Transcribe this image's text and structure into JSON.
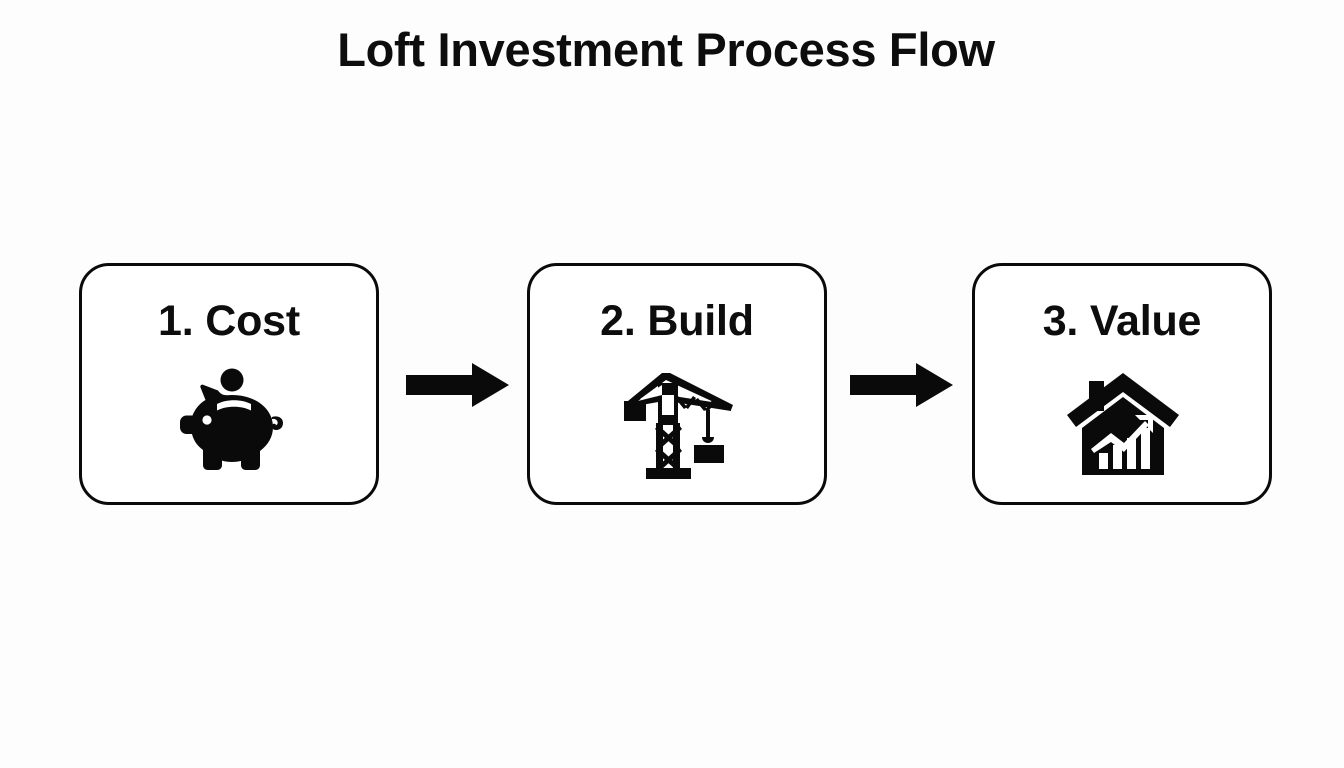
{
  "slide": {
    "title": "Loft Investment Process Flow",
    "background_color": "#fdfdfd",
    "ink_color": "#0a0a0a"
  },
  "flow": {
    "steps": [
      {
        "label": "1. Cost",
        "icon": "piggy-bank-icon"
      },
      {
        "label": "2. Build",
        "icon": "tower-crane-icon"
      },
      {
        "label": "3. Value",
        "icon": "house-growth-chart-icon"
      }
    ],
    "connectors": [
      {
        "icon": "arrow-right-icon"
      },
      {
        "icon": "arrow-right-icon"
      }
    ]
  }
}
